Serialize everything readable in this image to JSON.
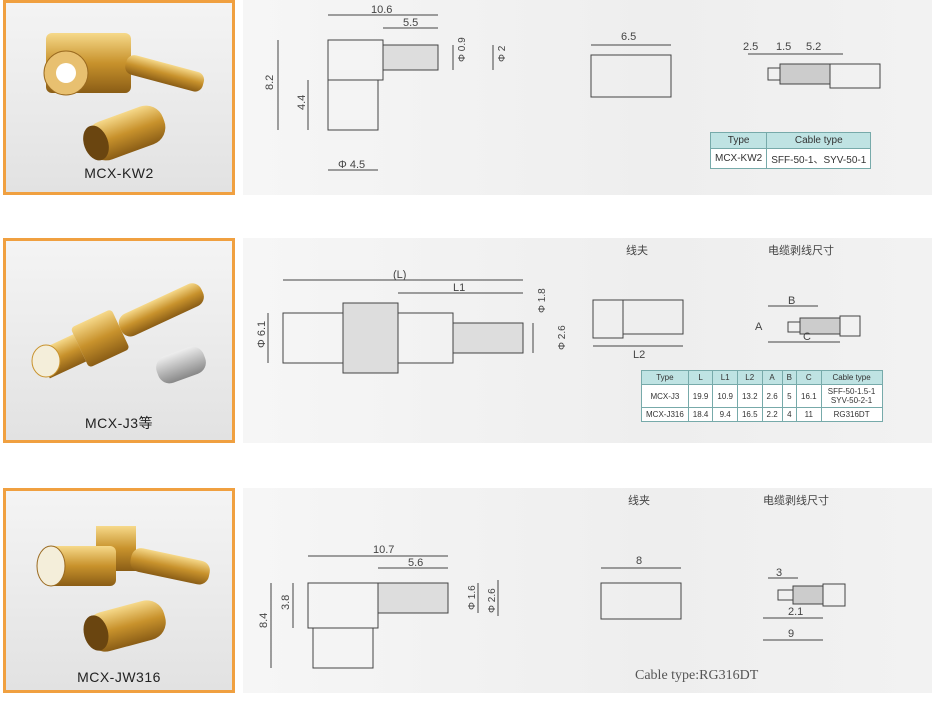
{
  "products": [
    {
      "name": "MCX-KW2",
      "dims": {
        "d1": "10.6",
        "d2": "5.5",
        "d3": "8.2",
        "d4": "4.4",
        "d5": "Φ 4.5",
        "d6": "Φ 0.9",
        "d7": "Φ 2"
      },
      "ferrule_label": "",
      "ferrule_dim": "6.5",
      "strip_label": "",
      "strip_dims": {
        "a": "2.5",
        "b": "1.5",
        "c": "5.2"
      },
      "table": {
        "headers": [
          "Type",
          "Cable type"
        ],
        "rows": [
          [
            "MCX-KW2",
            "SFF-50-1、SYV-50-1"
          ]
        ]
      }
    },
    {
      "name": "MCX-J3等",
      "dims": {
        "L": "(L)",
        "L1": "L1",
        "d61": "Φ 6.1",
        "d18": "Φ 1.8",
        "d26": "Φ 2.6"
      },
      "ferrule_label": "线夫",
      "ferrule_dim": "L2",
      "strip_label": "电缆剥线尺寸",
      "strip_dims": {
        "a": "A",
        "b": "B",
        "c": "C"
      },
      "table": {
        "headers": [
          "Type",
          "L",
          "L1",
          "L2",
          "A",
          "B",
          "C",
          "Cable type"
        ],
        "rows": [
          [
            "MCX-J3",
            "19.9",
            "10.9",
            "13.2",
            "2.6",
            "5",
            "16.1",
            "SFF-50-1.5-1 SYV-50-2-1"
          ],
          [
            "MCX-J316",
            "18.4",
            "9.4",
            "16.5",
            "2.2",
            "4",
            "11",
            "RG316DT"
          ]
        ]
      }
    },
    {
      "name": "MCX-JW316",
      "dims": {
        "d1": "10.7",
        "d2": "5.6",
        "d3": "8.4",
        "d4": "3.8",
        "d5": "Φ 1.6",
        "d6": "Φ 2.6"
      },
      "ferrule_label": "线夹",
      "ferrule_dim": "8",
      "strip_label": "电缆剥线尺寸",
      "strip_dims": {
        "a": "3",
        "b": "2.1",
        "c": "9"
      },
      "cable_type": "Cable type:RG316DT"
    }
  ],
  "colors": {
    "accent_border": "#f0a040",
    "table_header": "#bfe3e3",
    "gold": "#d4a23a"
  }
}
